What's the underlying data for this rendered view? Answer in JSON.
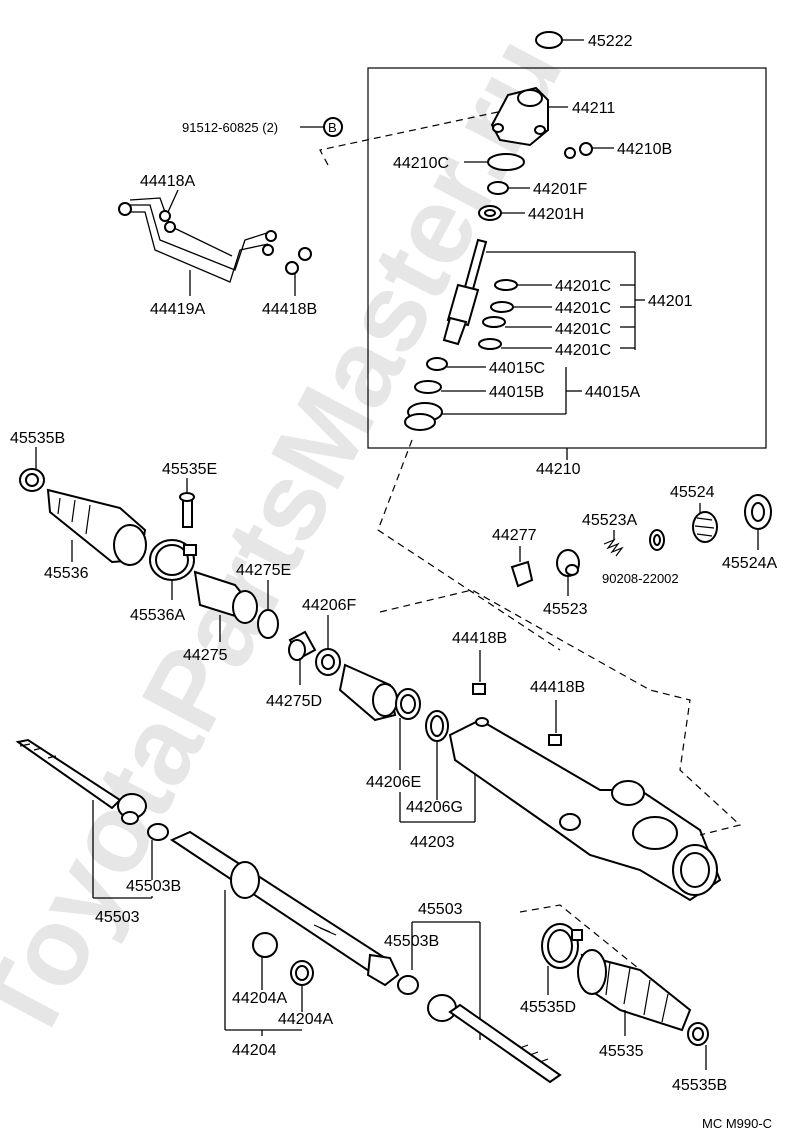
{
  "watermark": "ToyotaPartsMaster.ru",
  "footer_code": "MC M990-C",
  "circle_b": "B",
  "parts": {
    "p45222": "45222",
    "p44211": "44211",
    "p44210B": "44210B",
    "p44210C": "44210C",
    "p44201F": "44201F",
    "p44201H": "44201H",
    "p44201C_1": "44201C",
    "p44201C_2": "44201C",
    "p44201C_3": "44201C",
    "p44201C_4": "44201C",
    "p44201": "44201",
    "p44015C": "44015C",
    "p44015B": "44015B",
    "p44015A": "44015A",
    "p44210": "44210",
    "p91512": "91512-60825 (2)",
    "p44418A": "44418A",
    "p44419A": "44419A",
    "p44418B_top": "44418B",
    "p45535B_top": "45535B",
    "p45535E": "45535E",
    "p45536": "45536",
    "p45536A": "45536A",
    "p44275E": "44275E",
    "p44275": "44275",
    "p44206F": "44206F",
    "p44275D": "44275D",
    "p44277": "44277",
    "p45523A": "45523A",
    "p45524": "45524",
    "p45524A": "45524A",
    "p90208": "90208-22002",
    "p45523": "45523",
    "p44418B_mid": "44418B",
    "p44418B_low": "44418B",
    "p44206E": "44206E",
    "p44206G": "44206G",
    "p44203": "44203",
    "p45503B_left": "45503B",
    "p45503_left": "45503",
    "p45503_right": "45503",
    "p45503B_right": "45503B",
    "p44204A_1": "44204A",
    "p44204A_2": "44204A",
    "p44204": "44204",
    "p45535D": "45535D",
    "p45535": "45535",
    "p45535B_bot": "45535B"
  }
}
